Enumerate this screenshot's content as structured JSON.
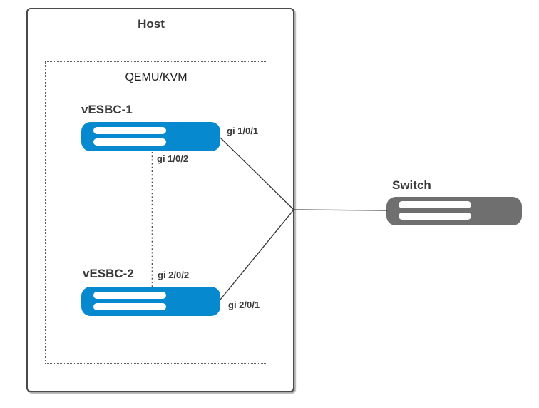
{
  "host": {
    "label": "Host"
  },
  "hypervisor": {
    "label": "QEMU/KVM"
  },
  "devices": {
    "vesbc1": {
      "label": "vESBC-1",
      "ports": {
        "uplink": "gi 1/0/1",
        "interlink": "gi 1/0/2"
      }
    },
    "vesbc2": {
      "label": "vESBC-2",
      "ports": {
        "uplink": "gi 2/0/1",
        "interlink": "gi 2/0/2"
      }
    },
    "switch": {
      "label": "Switch"
    }
  },
  "links": [
    {
      "from": "vESBC-1 gi 1/0/1",
      "to": "Switch",
      "style": "solid"
    },
    {
      "from": "vESBC-2 gi 2/0/1",
      "to": "Switch",
      "style": "solid"
    },
    {
      "from": "vESBC-1 gi 1/0/2",
      "to": "vESBC-2 gi 2/0/2",
      "style": "dotted"
    }
  ],
  "colors": {
    "device_blue": "#0789CF",
    "device_gray": "#6F6F6F",
    "stripe": "#FFFFFF",
    "line": "#333333",
    "text": "#3A3A3A"
  }
}
